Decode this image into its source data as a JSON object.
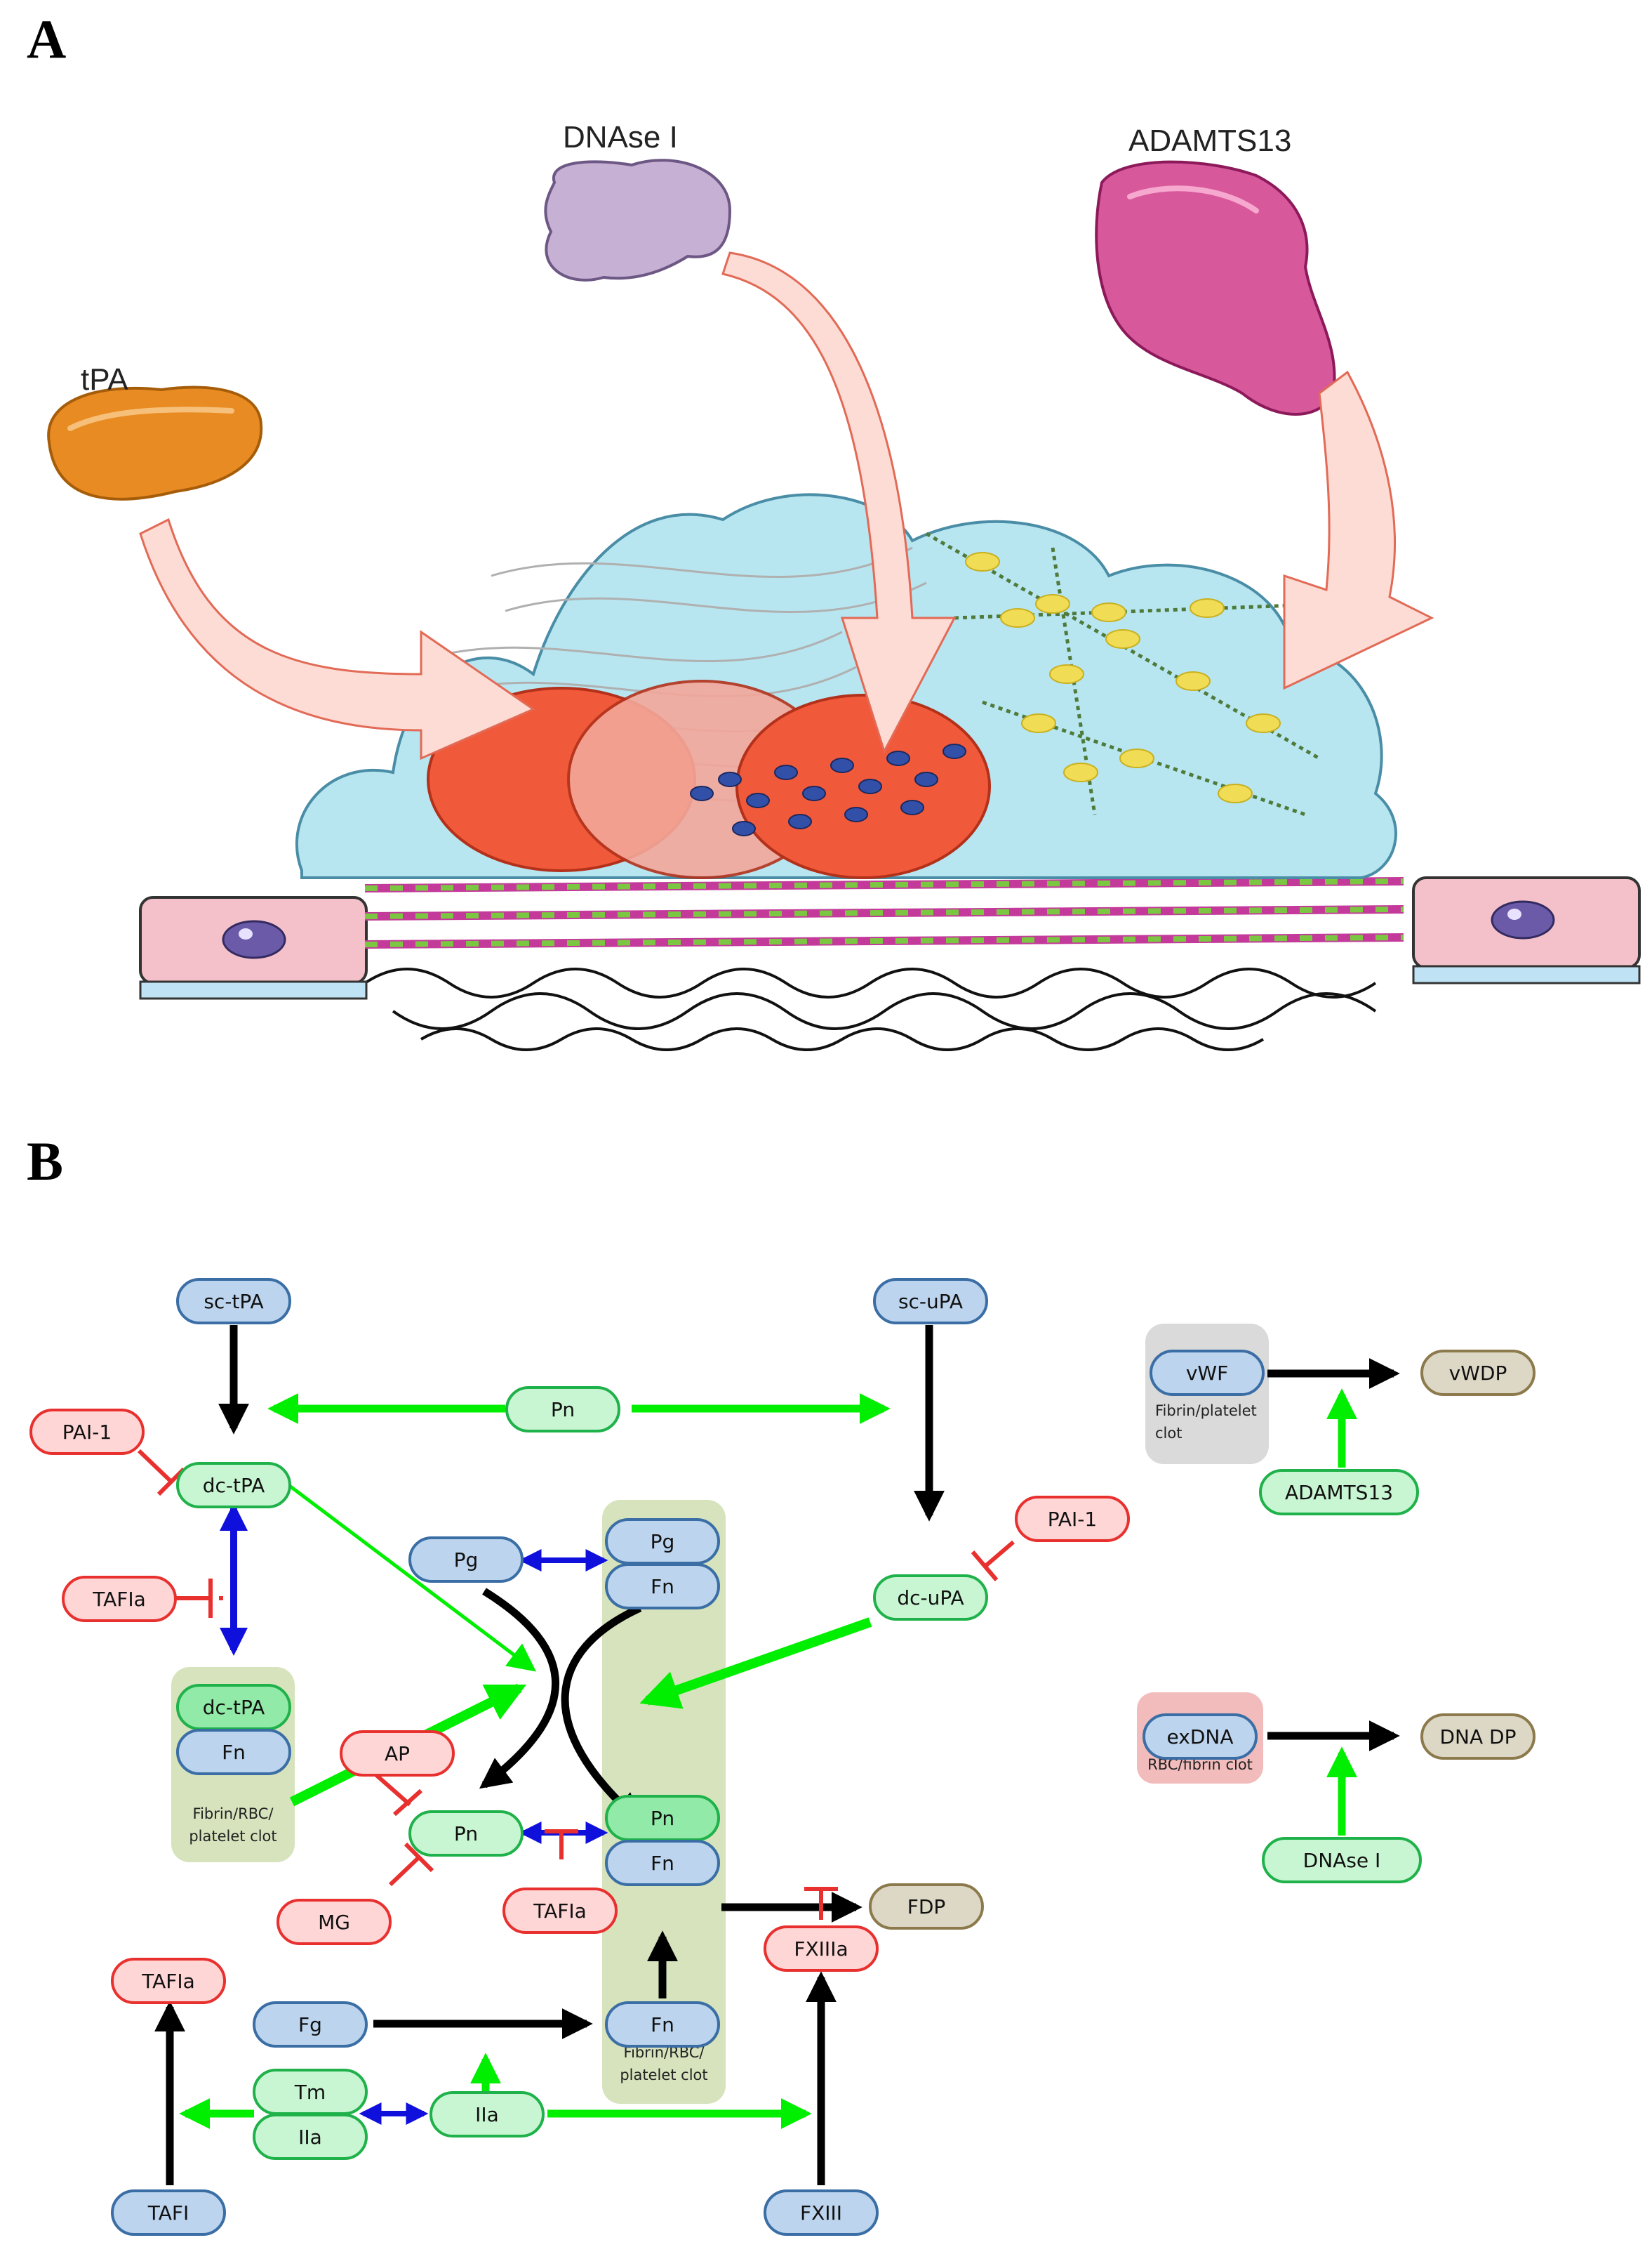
{
  "panels": {
    "a": "A",
    "b": "B"
  },
  "enzymes": {
    "tpa": "tPA",
    "dnase": "DNAse I",
    "adamts": "ADAMTS13"
  },
  "nodes": {
    "sc_tpa": "sc-tPA",
    "sc_upa": "sc-uPA",
    "pn_top": "Pn",
    "pai1_left": "PAI-1",
    "pai1_right": "PAI-1",
    "dc_tpa": "dc-tPA",
    "tafia_left": "TAFIa",
    "pg_free": "Pg",
    "pg_bound": "Pg",
    "fn_pg": "Fn",
    "dc_upa": "dc-uPA",
    "dc_tpa_bound": "dc-tPA",
    "fn_tpa": "Fn",
    "ap": "AP",
    "pn_free": "Pn",
    "pn_bound": "Pn",
    "fn_pn": "Fn",
    "fdp": "FDP",
    "mg": "MG",
    "tafia_mid": "TAFIa",
    "fxiiia": "FXIIIa",
    "tafia_top": "TAFIa",
    "fg": "Fg",
    "fn_bottom": "Fn",
    "tm": "Tm",
    "iia_bound": "IIa",
    "iia_free": "IIa",
    "tafi": "TAFI",
    "fxiii": "FXIII",
    "vwf": "vWF",
    "vwdp": "vWDP",
    "adamts13": "ADAMTS13",
    "exdna": "exDNA",
    "dnadp": "DNA DP",
    "dnase1": "DNAse I"
  },
  "captions": {
    "tpa_clot": [
      "Fibrin/RBC/",
      "platelet clot"
    ],
    "center_clot": [
      "Fibrin/RBC/",
      "platelet clot"
    ],
    "vwf_clot": [
      "Fibrin/platelet",
      "clot"
    ],
    "dna_clot": "RBC/fibrin clot"
  },
  "colors": {
    "blue_fill": "#bcd4ee",
    "blue_stroke": "#3a6ea5",
    "green_fill": "#c8f5d2",
    "green_stroke": "#1fb24a",
    "green_dark_fill": "#92eaa9",
    "red_fill": "#ffd6d6",
    "red_stroke": "#e8312f",
    "tan_fill": "#ddd8c6",
    "tan_stroke": "#8c7a4c",
    "clot_bg": "#d6e3bc",
    "gray_bg": "#dadada",
    "pink_bg": "#f3bcbc",
    "arrow_green": "#00ee00",
    "arrow_blue": "#1010dd",
    "arrow_red": "#e8312f"
  }
}
